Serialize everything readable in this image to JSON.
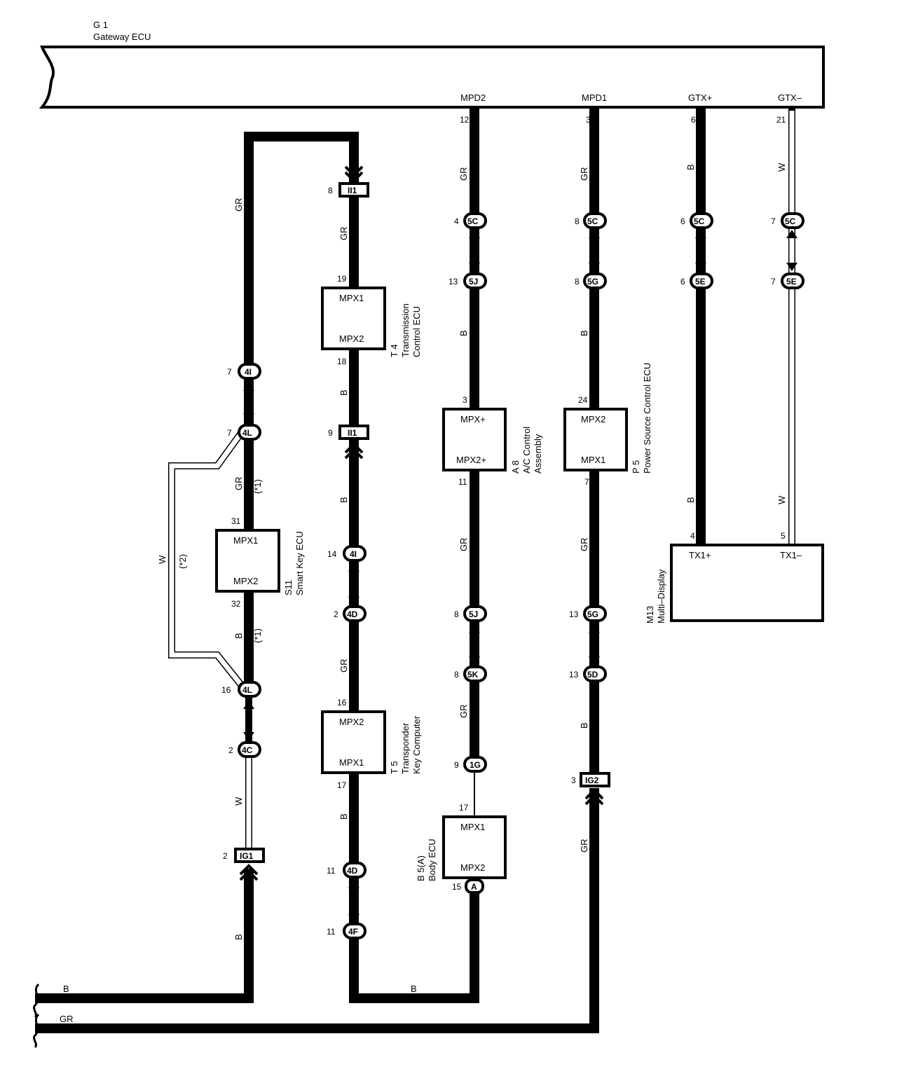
{
  "gateway": {
    "code": "G 1",
    "name": "Gateway ECU"
  },
  "gateway_terminals": [
    {
      "name": "MPD2",
      "pin": "12"
    },
    {
      "name": "MPD1",
      "pin": "3"
    },
    {
      "name": "GTX+",
      "pin": "6"
    },
    {
      "name": "GTX–",
      "pin": "21"
    }
  ],
  "components": {
    "t4": {
      "code": "T 4",
      "line1": "Transmission",
      "line2": "Control ECU",
      "top": "MPX1",
      "bottom": "MPX2",
      "pin_top": "19",
      "pin_bottom": "18"
    },
    "s11": {
      "code": "S11",
      "line1": "Smart Key ECU",
      "top": "MPX1",
      "bottom": "MPX2",
      "pin_top": "31",
      "pin_bottom": "32"
    },
    "t5": {
      "code": "T 5",
      "line1": "Transponder",
      "line2": "Key Computer",
      "top": "MPX2",
      "bottom": "MPX1",
      "pin_top": "16",
      "pin_bottom": "17"
    },
    "a8": {
      "code": "A 8",
      "line1": "A/C Control",
      "line2": "Assembly",
      "top": "MPX+",
      "bottom": "MPX2+",
      "pin_top": "3",
      "pin_bottom": "11"
    },
    "p5": {
      "code": "P 5",
      "line1": "Power Source Control ECU",
      "top": "MPX2",
      "bottom": "MPX1",
      "pin_top": "24",
      "pin_bottom": "7"
    },
    "b5": {
      "code": "B 5(A)",
      "line1": "Body ECU",
      "top": "MPX1",
      "bottom": "MPX2",
      "pin_top": "17",
      "pin_bottom": "15",
      "pin_bottom_connector": "A"
    },
    "m13": {
      "code": "M13",
      "line1": "Multi–Display",
      "left": "TX1+",
      "right": "TX1–",
      "pin_left": "4",
      "pin_right": "5"
    }
  },
  "connectors": {
    "ii1_top": {
      "label": "II1",
      "pin": "8"
    },
    "ii1_bottom": {
      "label": "II1",
      "pin": "9"
    },
    "ig1": {
      "label": "IG1",
      "pin": "2"
    },
    "ig2": {
      "label": "IG2",
      "pin": "3"
    }
  },
  "junctions": {
    "j4i_left": {
      "label": "4I",
      "pin": "7"
    },
    "j4l_top": {
      "label": "4L",
      "pin": "7"
    },
    "j4l_bottom": {
      "label": "4L",
      "pin": "16"
    },
    "j4c": {
      "label": "4C",
      "pin": "2"
    },
    "j4i_mid": {
      "label": "4I",
      "pin": "14"
    },
    "j4d_top": {
      "label": "4D",
      "pin": "2"
    },
    "j4d_bottom": {
      "label": "4D",
      "pin": "11"
    },
    "j4f": {
      "label": "4F",
      "pin": "11"
    },
    "j5c_a": {
      "label": "5C",
      "pin": "4"
    },
    "j5j_a": {
      "label": "5J",
      "pin": "13"
    },
    "j5j_b": {
      "label": "5J",
      "pin": "8"
    },
    "j5k": {
      "label": "5K",
      "pin": "8"
    },
    "j1g": {
      "label": "1G",
      "pin": "9"
    },
    "j5c_b": {
      "label": "5C",
      "pin": "8"
    },
    "j5g_a": {
      "label": "5G",
      "pin": "8"
    },
    "j5g_b": {
      "label": "5G",
      "pin": "13"
    },
    "j5d": {
      "label": "5D",
      "pin": "13"
    },
    "j5c_c": {
      "label": "5C",
      "pin": "6"
    },
    "j5e_a": {
      "label": "5E",
      "pin": "6"
    },
    "j5c_d": {
      "label": "5C",
      "pin": "7"
    },
    "j5e_b": {
      "label": "5E",
      "pin": "7"
    }
  },
  "wire_colors": {
    "gr_left_top": "GR",
    "w_loop": "W",
    "gr_s11_top": "GR",
    "b_s11_bottom": "B",
    "w_4c": "W",
    "b_ig1": "B",
    "gr_ii1": "GR",
    "b_t4": "B",
    "b_ii1_bottom": "B",
    "gr_t5": "GR",
    "b_t5": "B",
    "gr_mpd2": "GR",
    "b_mpd2_mid": "B",
    "gr_a8_bottom": "GR",
    "gr_5k": "GR",
    "gr_mpd1": "GR",
    "b_mpd1_mid": "B",
    "gr_p5_bottom": "GR",
    "b_5d": "B",
    "gr_ig2": "GR",
    "b_gtx_plus_top": "B",
    "b_gtx_plus_bottom": "B",
    "w_gtx_minus_top": "W",
    "w_gtx_minus_bottom": "W",
    "b_bottom_left": "B",
    "gr_bottom_left": "GR",
    "b_bottom_mid": "B"
  },
  "notes": {
    "n1a": "(*1)",
    "n1b": "(*1)",
    "n2": "(*2)"
  }
}
